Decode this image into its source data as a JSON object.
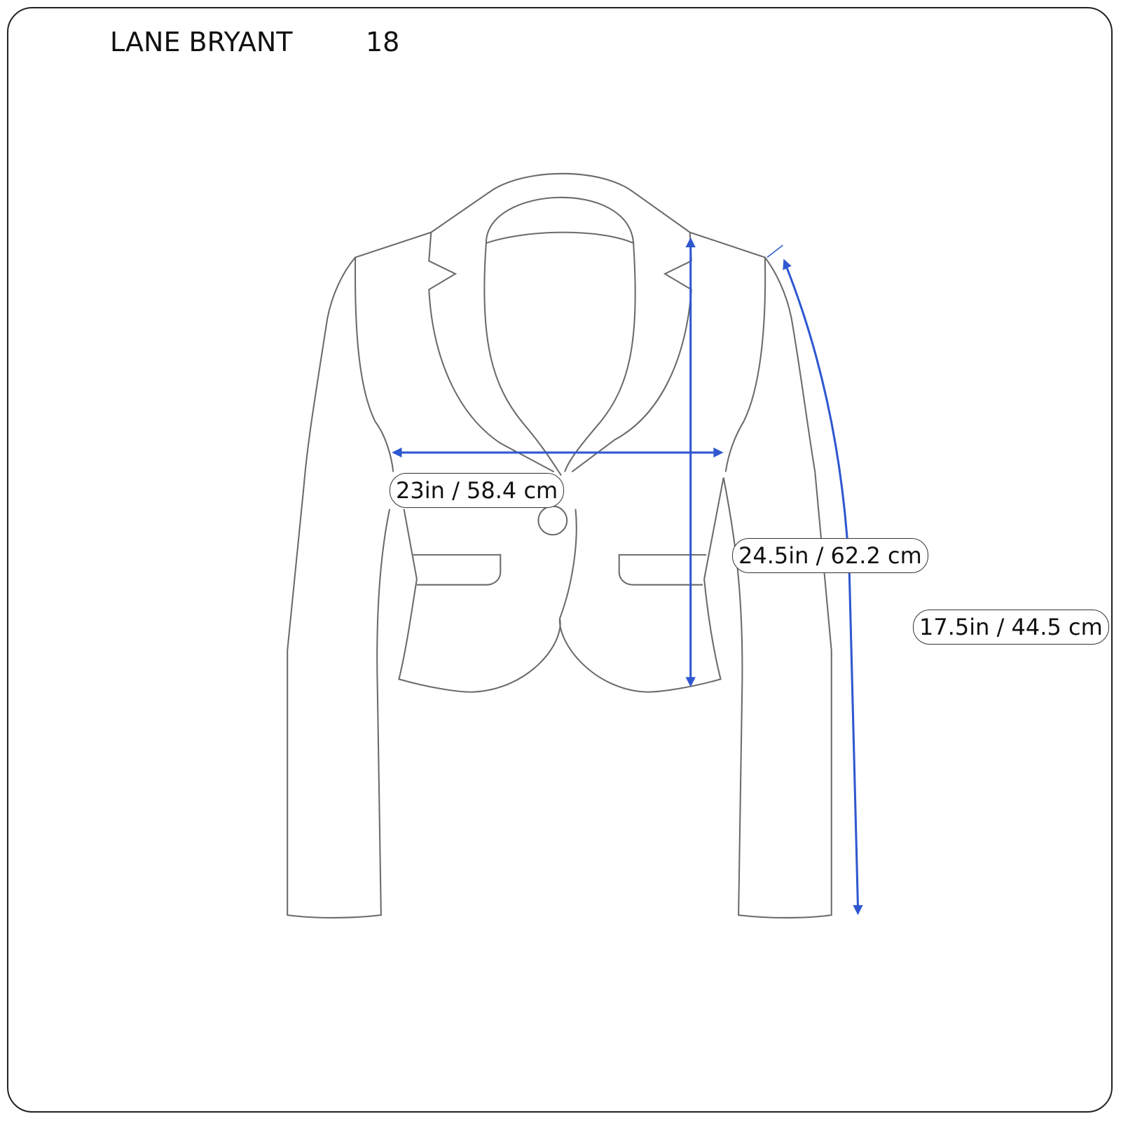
{
  "header": {
    "brand": "LANE BRYANT",
    "size": "18"
  },
  "measurements": {
    "chest": "23in / 58.4 cm",
    "length": "24.5in / 62.2 cm",
    "sleeve": "17.5in / 44.5 cm"
  },
  "colors": {
    "arrow": "#2f58d0",
    "outline": "#6a6a6a"
  }
}
